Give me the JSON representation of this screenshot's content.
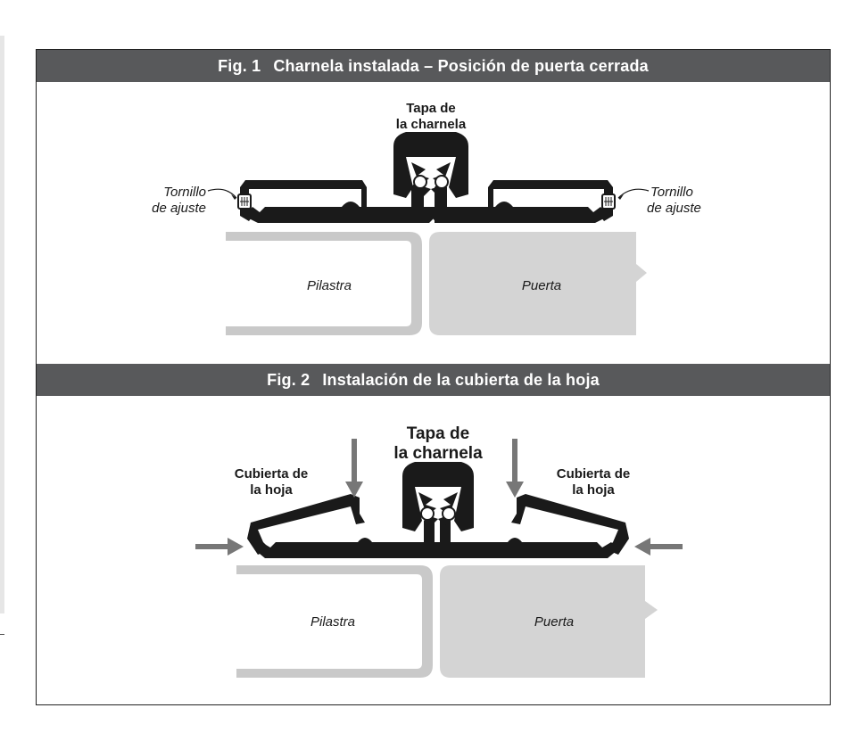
{
  "fig1": {
    "number": "Fig. 1",
    "title": "Charnela instalada – Posición de puerta cerrada",
    "cap_label": [
      "Tapa de",
      "la charnela"
    ],
    "left_screw_label": [
      "Tornillo",
      "de ajuste"
    ],
    "right_screw_label": [
      "Tornillo",
      "de ajuste"
    ],
    "jamb_label": "Pilastra",
    "door_label": "Puerta"
  },
  "fig2": {
    "number": "Fig. 2",
    "title": "Instalación de la cubierta de la hoja",
    "cap_label": [
      "Tapa de",
      "la charnela"
    ],
    "left_leaf_label": [
      "Cubierta de",
      "la hoja"
    ],
    "right_leaf_label": [
      "Cubierta de",
      "la hoja"
    ],
    "jamb_label": "Pilastra",
    "door_label": "Puerta"
  },
  "colors": {
    "header_bg": "#58595b",
    "profile": "#1a1a1a",
    "jamb": "#c9c9c9",
    "door": "#d4d4d4",
    "arrow": "#777777"
  }
}
